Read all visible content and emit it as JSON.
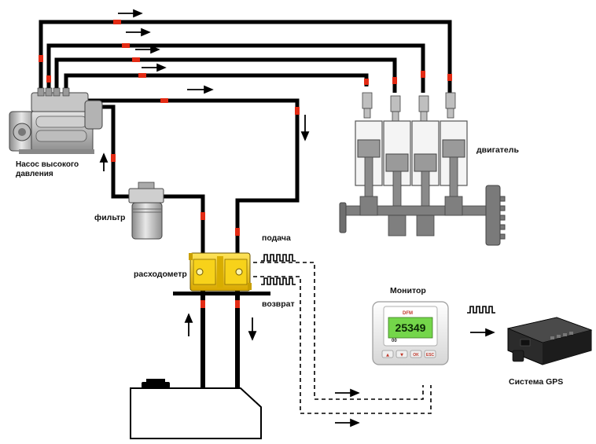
{
  "labels": {
    "pump": "Насос высокого давления",
    "pump_line1": "Насос высокого",
    "pump_line2": "давления",
    "filter": "фильтр",
    "flowmeter": "расходометр",
    "supply": "подача",
    "return": "возврат",
    "engine": "двигатель",
    "monitor": "Монитор",
    "gps": "Система GPS"
  },
  "monitor_display": {
    "header": "DFM",
    "value": "25349",
    "sub": "00",
    "buttons": [
      "▲",
      "▼",
      "OK",
      "ESC"
    ]
  },
  "colors": {
    "pipe": "#000000",
    "pipe_marker": "#e32b14",
    "flowmeter": "#f2c500",
    "metal_light": "#d9d9d9",
    "metal_dark": "#7a7a7a",
    "monitor_screen": "#74d64a"
  }
}
